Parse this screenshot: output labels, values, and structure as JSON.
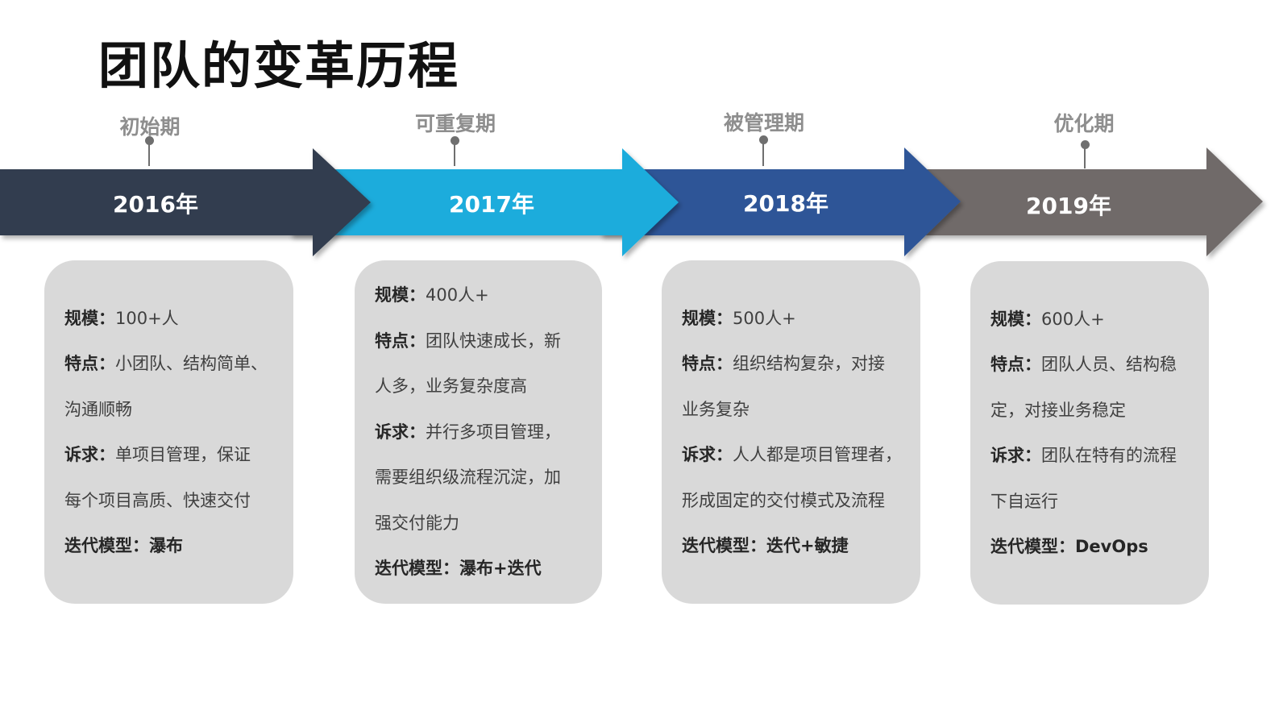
{
  "title": "团队的变革历程",
  "colors": {
    "arrow_2016": "#333d4f",
    "arrow_2017": "#1aacdc",
    "arrow_2018": "#2f5597",
    "arrow_2019": "#6f6a69",
    "card_bg": "#d9d9d9",
    "phase_text": "#8e8e8e"
  },
  "stages": [
    {
      "phase": "初始期",
      "year": "2016年",
      "scale_label": "规模：",
      "scale_value": "100+人",
      "feature_label": "特点：",
      "feature_line1": "小团队、结构简单、",
      "feature_line2": "沟通顺畅",
      "demand_label": "诉求：",
      "demand_line1": "单项目管理，保证",
      "demand_line2": "每个项目高质、快速交付",
      "model": "迭代模型：瀑布"
    },
    {
      "phase": "可重复期",
      "year": "2017年",
      "scale_label": "规模：",
      "scale_value": "400人+",
      "feature_label": "特点：",
      "feature_line1": "团队快速成长，新",
      "feature_line2": "人多，业务复杂度高",
      "demand_label": "诉求：",
      "demand_line1": "并行多项目管理，",
      "demand_line2": "需要组织级流程沉淀，加",
      "demand_line3": "强交付能力",
      "model": "迭代模型：瀑布+迭代"
    },
    {
      "phase": "被管理期",
      "year": "2018年",
      "scale_label": "规模：",
      "scale_value": "500人+",
      "feature_label": "特点：",
      "feature_line1": "组织结构复杂，对接",
      "feature_line2": "业务复杂",
      "demand_label": "诉求：",
      "demand_line1": "人人都是项目管理者，",
      "demand_line2": "形成固定的交付模式及流程",
      "model": "迭代模型：迭代+敏捷"
    },
    {
      "phase": "优化期",
      "year": "2019年",
      "scale_label": "规模：",
      "scale_value": "600人+",
      "feature_label": "特点：",
      "feature_line1": "团队人员、结构稳",
      "feature_line2": "定，对接业务稳定",
      "demand_label": "诉求：",
      "demand_line1": "团队在特有的流程",
      "demand_line2": "下自运行",
      "model": "迭代模型：DevOps"
    }
  ]
}
